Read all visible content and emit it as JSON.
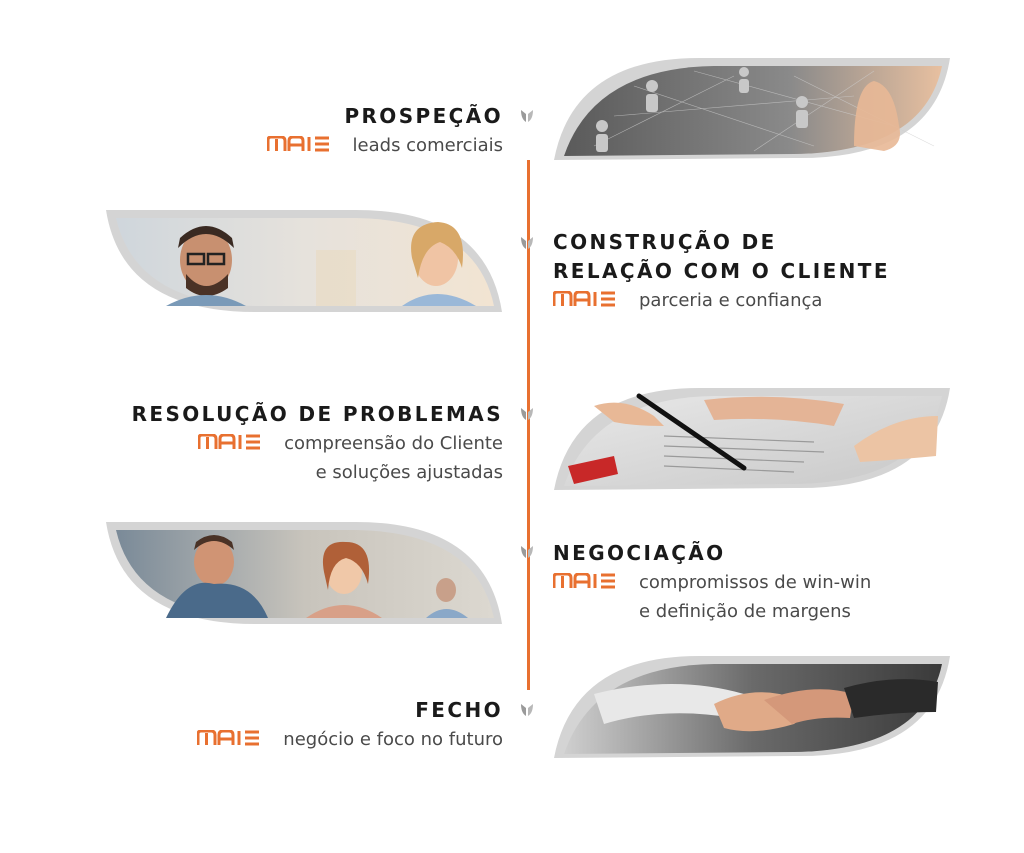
{
  "brand_logo_text": "MAIS",
  "colors": {
    "accent": "#e87030",
    "title": "#1a1a1a",
    "body": "#4a4a4a",
    "frame": "#d4d4d4",
    "node_icon": "#9a9a9a"
  },
  "node_icon": "chevron-leaf-icon",
  "stages": [
    {
      "title_lines": [
        "PROSPEÇÃO"
      ],
      "lines": [
        "leads comerciais"
      ],
      "photo": "network-people-photo"
    },
    {
      "title_lines": [
        "CONSTRUÇÃO DE",
        "RELAÇÃO COM O CLIENTE"
      ],
      "lines": [
        "parceria e confiança"
      ],
      "photo": "meeting-smiling-photo"
    },
    {
      "title_lines": [
        "RESOLUÇÃO DE PROBLEMAS"
      ],
      "lines": [
        "compreensão do Cliente",
        "e soluções ajustadas"
      ],
      "photo": "contract-signing-photo"
    },
    {
      "title_lines": [
        "NEGOCIAÇÃO"
      ],
      "lines": [
        "compromissos de win-win",
        "e definição de margens"
      ],
      "photo": "team-at-laptop-photo"
    },
    {
      "title_lines": [
        "FECHO"
      ],
      "lines": [
        "negócio e foco no futuro"
      ],
      "photo": "handshake-photo"
    }
  ]
}
